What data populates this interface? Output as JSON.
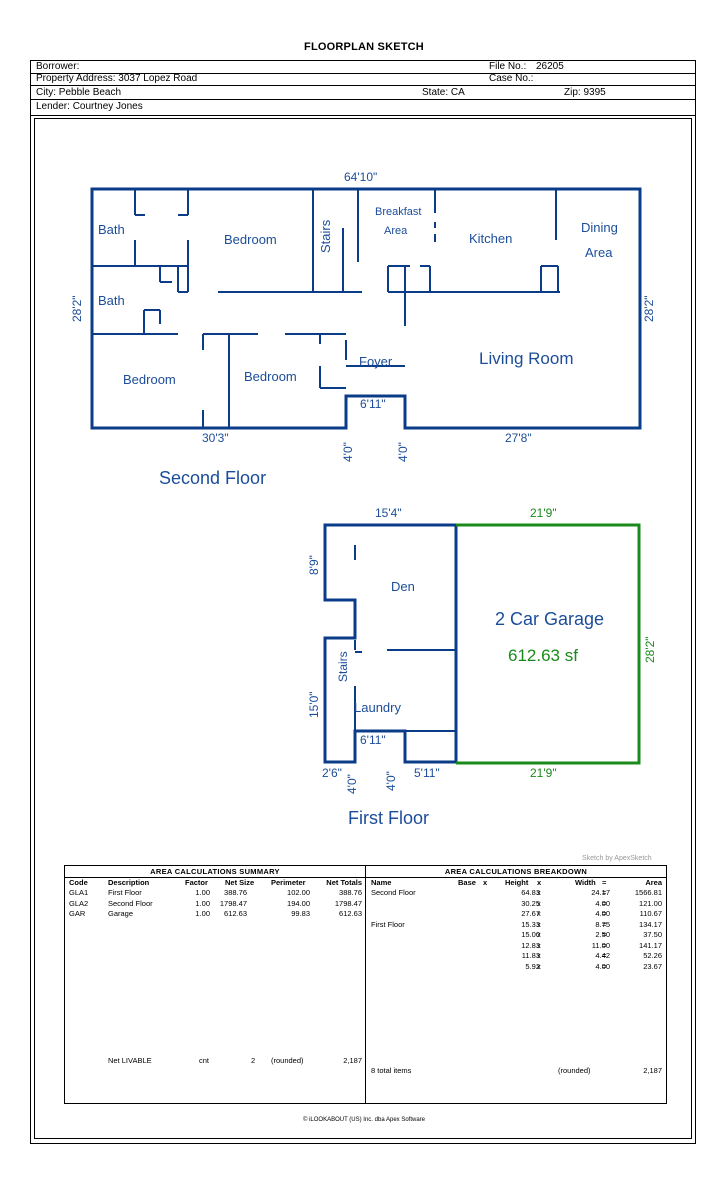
{
  "title": "FLOORPLAN SKETCH",
  "header": {
    "borrower_label": "Borrower:",
    "file_no_label": "File No.:",
    "file_no": "26205",
    "property_address": "Property Address: 3037 Lopez Road",
    "case_no_label": "Case No.:",
    "city": "City: Pebble Beach",
    "state": "State: CA",
    "zip": "Zip: 9395",
    "lender": "Lender: Courtney Jones"
  },
  "colors": {
    "plan": "#0b3c8a",
    "garage": "#1a8a1a",
    "text_blue": "#1c4d9a"
  },
  "second_floor": {
    "label": "Second Floor",
    "dims": {
      "top": "64'10\"",
      "left": "28'2\"",
      "right": "28'2\"",
      "bottom_left": "30'3\"",
      "bottom_right": "27'8\"",
      "notch_width": "6'11\"",
      "notch_left": "4'0\"",
      "notch_right": "4'0\""
    },
    "rooms": {
      "bath1": "Bath",
      "bedroom1": "Bedroom",
      "stairs": "Stairs",
      "breakfast_1": "Breakfast",
      "breakfast_2": "Area",
      "kitchen": "Kitchen",
      "dining_1": "Dining",
      "dining_2": "Area",
      "bath2": "Bath",
      "bedroom2": "Bedroom",
      "bedroom3": "Bedroom",
      "foyer": "Foyer",
      "living": "Living Room"
    }
  },
  "first_floor": {
    "label": "First Floor",
    "dims": {
      "top": "15'4\"",
      "garage_top": "21'9\"",
      "left_upper": "8'9\"",
      "left_lower": "15'0\"",
      "garage_right": "28'2\"",
      "garage_bottom": "21'9\"",
      "notch_width": "6'11\"",
      "bottom_left": "2'6\"",
      "notch_left": "4'0\"",
      "notch_right": "4'0\"",
      "bottom_right": "5'11\""
    },
    "rooms": {
      "den": "Den",
      "stairs": "Stairs",
      "laundry": "Laundry",
      "garage": "2 Car Garage",
      "garage_area": "612.63 sf"
    }
  },
  "credit": "Sketch by ApexSketch",
  "summary": {
    "title": "AREA CALCULATIONS SUMMARY",
    "headers": [
      "Code",
      "Description",
      "Factor",
      "Net Size",
      "Perimeter",
      "Net Totals"
    ],
    "rows": [
      [
        "GLA1",
        "First Floor",
        "1.00",
        "388.76",
        "102.00",
        "388.76"
      ],
      [
        "GLA2",
        "Second Floor",
        "1.00",
        "1798.47",
        "194.00",
        "1798.47"
      ],
      [
        "GAR",
        "Garage",
        "1.00",
        "612.63",
        "99.83",
        "612.63"
      ]
    ],
    "net_livable": {
      "label": "Net LIVABLE",
      "cnt_label": "cnt",
      "cnt": "2",
      "rounded": "(rounded)",
      "total": "2,187"
    }
  },
  "breakdown": {
    "title": "AREA CALCULATIONS BREAKDOWN",
    "headers": [
      "Name",
      "Base",
      "x",
      "Height",
      "x",
      "Width",
      "=",
      "Area"
    ],
    "rows": [
      [
        "Second Floor",
        "64.83",
        "x",
        "24.17",
        "=",
        "1566.81"
      ],
      [
        "",
        "30.25",
        "x",
        "4.00",
        "=",
        "121.00"
      ],
      [
        "",
        "27.67",
        "x",
        "4.00",
        "=",
        "110.67"
      ],
      [
        "First Floor",
        "15.33",
        "x",
        "8.75",
        "=",
        "134.17"
      ],
      [
        "",
        "15.00",
        "x",
        "2.50",
        "=",
        "37.50"
      ],
      [
        "",
        "12.83",
        "x",
        "11.00",
        "=",
        "141.17"
      ],
      [
        "",
        "11.83",
        "x",
        "4.42",
        "=",
        "52.26"
      ],
      [
        "",
        "5.92",
        "x",
        "4.00",
        "=",
        "23.67"
      ]
    ],
    "footer": {
      "items": "8 total items",
      "rounded": "(rounded)",
      "total": "2,187"
    }
  },
  "copyright": "© iLOOKABOUT (US) Inc. dba Apex Software"
}
